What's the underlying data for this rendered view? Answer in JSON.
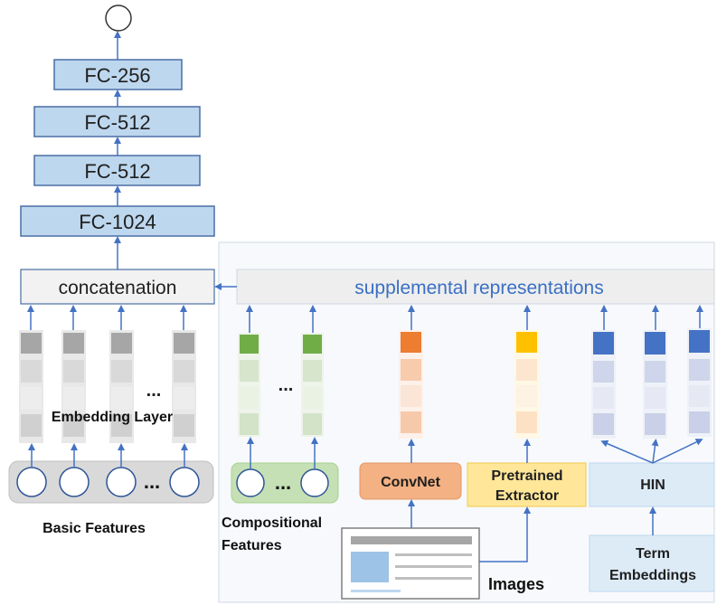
{
  "output_node": "",
  "fc_layers": [
    "FC-256",
    "FC-512",
    "FC-512",
    "FC-1024"
  ],
  "concatenation_label": "concatenation",
  "supplemental_label": "supplemental representations",
  "embedding_layer_label": "Embedding Layer",
  "ellipsis": "...",
  "basic_features_label": "Basic Features",
  "compositional_features_label": [
    "Compositional",
    "Features"
  ],
  "convnet_label": "ConvNet",
  "pretrained_extractor_label": [
    "Pretrained",
    "Extractor"
  ],
  "hin_label": "HIN",
  "term_embeddings_label": [
    "Term",
    "Embeddings"
  ],
  "images_label": "Images",
  "colors": {
    "fc_fill": "#bdd7ee",
    "fc_stroke": "#4a6fa5",
    "arrow": "#4472c4",
    "gray_top": "#a6a6a6",
    "green_top": "#70ad47",
    "orange_top": "#ed7d31",
    "gold_top": "#ffc000",
    "blue_top": "#4472c4",
    "convnet_fill": "#f4b183",
    "extractor_fill": "#ffe699",
    "hin_fill": "#ddebf7",
    "panel_fill": "#f7f9fc"
  }
}
